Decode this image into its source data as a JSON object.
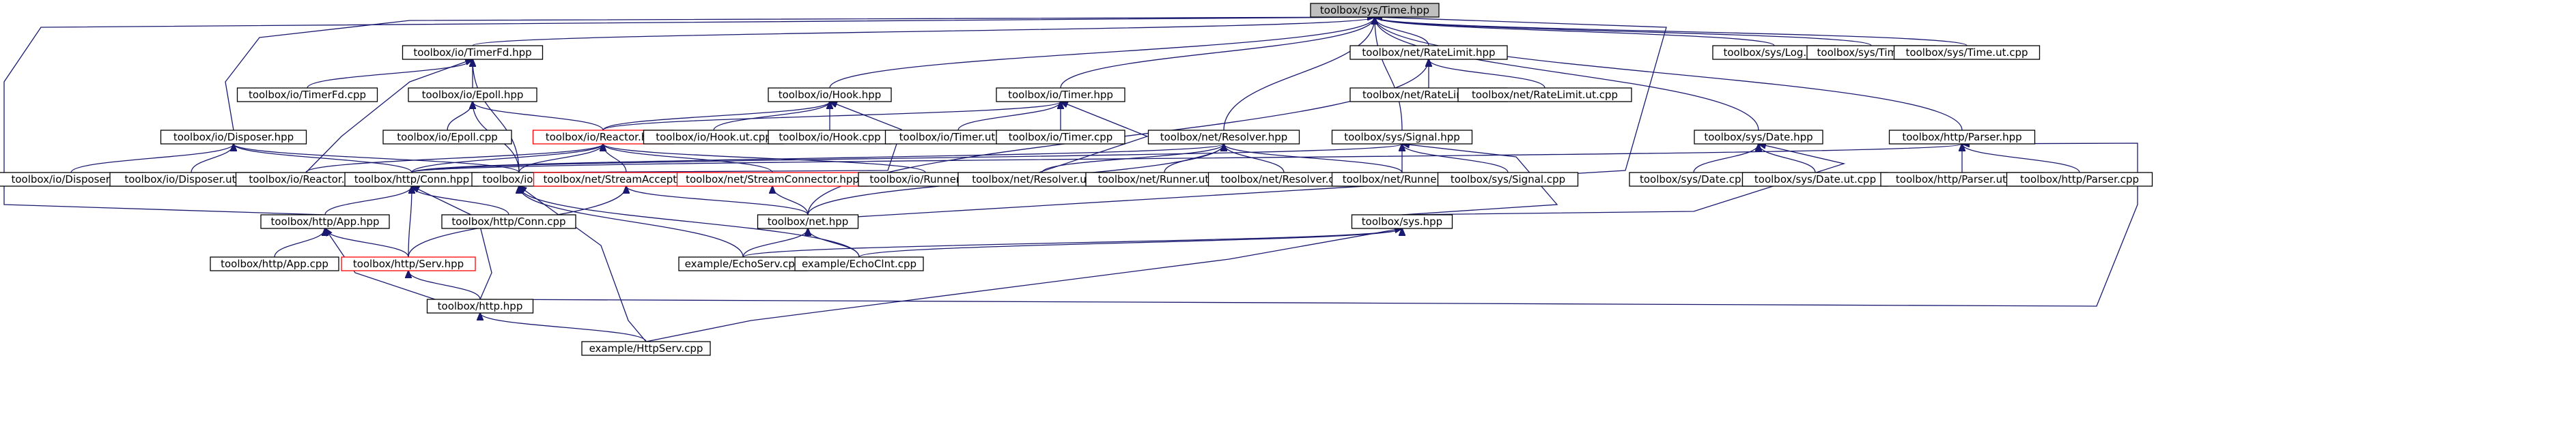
{
  "graph": {
    "nodes": {
      "time_hpp": "toolbox/sys/Time.hpp",
      "timerfd_hpp": "toolbox/io/TimerFd.hpp",
      "ratelimit_hpp": "toolbox/net/RateLimit.hpp",
      "log_cpp": "toolbox/sys/Log.cpp",
      "time_cpp": "toolbox/sys/Time.cpp",
      "time_ut_cpp": "toolbox/sys/Time.ut.cpp",
      "timerfd_cpp": "toolbox/io/TimerFd.cpp",
      "epoll_hpp": "toolbox/io/Epoll.hpp",
      "ratelimit_cpp": "toolbox/net/RateLimit.cpp",
      "ratelimit_ut_cpp": "toolbox/net/RateLimit.ut.cpp",
      "hook_hpp": "toolbox/io/Hook.hpp",
      "timer_hpp": "toolbox/io/Timer.hpp",
      "disposer_hpp": "toolbox/io/Disposer.hpp",
      "epoll_cpp": "toolbox/io/Epoll.cpp",
      "reactor_hpp": "toolbox/io/Reactor.hpp",
      "hook_ut_cpp": "toolbox/io/Hook.ut.cpp",
      "hook_cpp": "toolbox/io/Hook.cpp",
      "timer_ut_cpp": "toolbox/io/Timer.ut.cpp",
      "timer_cpp": "toolbox/io/Timer.cpp",
      "resolver_hpp": "toolbox/net/Resolver.hpp",
      "signal_hpp": "toolbox/sys/Signal.hpp",
      "date_hpp": "toolbox/sys/Date.hpp",
      "parser_hpp": "toolbox/http/Parser.hpp",
      "disposer_cpp": "toolbox/io/Disposer.cpp",
      "disposer_ut_cpp": "toolbox/io/Disposer.ut.cpp",
      "reactor_cpp": "toolbox/io/Reactor.cpp",
      "conn_hpp": "toolbox/http/Conn.hpp",
      "io_hpp": "toolbox/io.hpp",
      "streamacceptor_hpp": "toolbox/net/StreamAcceptor.hpp",
      "streamconnector_hpp": "toolbox/net/StreamConnector.hpp",
      "runner_cpp": "toolbox/io/Runner.cpp",
      "resolver_ut_cpp": "toolbox/net/Resolver.ut.cpp",
      "net_runner_ut_cpp": "toolbox/net/Runner.ut.cpp",
      "resolver_cpp": "toolbox/net/Resolver.cpp",
      "net_runner_cpp": "toolbox/net/Runner.cpp",
      "signal_cpp": "toolbox/sys/Signal.cpp",
      "date_cpp": "toolbox/sys/Date.cpp",
      "date_ut_cpp": "toolbox/sys/Date.ut.cpp",
      "parser_ut_cpp": "toolbox/http/Parser.ut.cpp",
      "parser_cpp": "toolbox/http/Parser.cpp",
      "app_hpp": "toolbox/http/App.hpp",
      "conn_cpp": "toolbox/http/Conn.cpp",
      "net_hpp": "toolbox/net.hpp",
      "sys_hpp": "toolbox/sys.hpp",
      "app_cpp": "toolbox/http/App.cpp",
      "serv_hpp": "toolbox/http/Serv.hpp",
      "echoserv_cpp": "example/EchoServ.cpp",
      "echoclnt_cpp": "example/EchoClnt.cpp",
      "http_hpp": "toolbox/http.hpp",
      "httpserv_cpp": "example/HttpServ.cpp"
    },
    "highlighted_node": "time_hpp",
    "incomplete_nodes": [
      "reactor_hpp",
      "streamacceptor_hpp",
      "streamconnector_hpp",
      "serv_hpp"
    ],
    "edges": [
      [
        "time_hpp",
        "timerfd_hpp"
      ],
      [
        "time_hpp",
        "ratelimit_hpp"
      ],
      [
        "time_hpp",
        "log_cpp"
      ],
      [
        "time_hpp",
        "time_cpp"
      ],
      [
        "time_hpp",
        "time_ut_cpp"
      ],
      [
        "time_hpp",
        "hook_hpp"
      ],
      [
        "time_hpp",
        "timer_hpp"
      ],
      [
        "time_hpp",
        "disposer_hpp"
      ],
      [
        "time_hpp",
        "resolver_hpp"
      ],
      [
        "time_hpp",
        "signal_hpp"
      ],
      [
        "time_hpp",
        "date_hpp"
      ],
      [
        "time_hpp",
        "parser_hpp"
      ],
      [
        "time_hpp",
        "app_hpp"
      ],
      [
        "time_hpp",
        "net_hpp"
      ],
      [
        "timerfd_hpp",
        "timerfd_cpp"
      ],
      [
        "timerfd_hpp",
        "epoll_hpp"
      ],
      [
        "timerfd_hpp",
        "reactor_cpp"
      ],
      [
        "timerfd_hpp",
        "io_hpp"
      ],
      [
        "epoll_hpp",
        "epoll_cpp"
      ],
      [
        "epoll_hpp",
        "reactor_hpp"
      ],
      [
        "epoll_hpp",
        "io_hpp"
      ],
      [
        "ratelimit_hpp",
        "ratelimit_cpp"
      ],
      [
        "ratelimit_hpp",
        "ratelimit_ut_cpp"
      ],
      [
        "ratelimit_hpp",
        "net_hpp"
      ],
      [
        "hook_hpp",
        "hook_ut_cpp"
      ],
      [
        "hook_hpp",
        "hook_cpp"
      ],
      [
        "hook_hpp",
        "reactor_hpp"
      ],
      [
        "hook_hpp",
        "io_hpp"
      ],
      [
        "timer_hpp",
        "timer_ut_cpp"
      ],
      [
        "timer_hpp",
        "timer_cpp"
      ],
      [
        "timer_hpp",
        "reactor_hpp"
      ],
      [
        "timer_hpp",
        "io_hpp"
      ],
      [
        "disposer_hpp",
        "disposer_cpp"
      ],
      [
        "disposer_hpp",
        "disposer_ut_cpp"
      ],
      [
        "disposer_hpp",
        "conn_hpp"
      ],
      [
        "disposer_hpp",
        "io_hpp"
      ],
      [
        "reactor_hpp",
        "reactor_cpp"
      ],
      [
        "reactor_hpp",
        "conn_hpp"
      ],
      [
        "reactor_hpp",
        "io_hpp"
      ],
      [
        "reactor_hpp",
        "streamacceptor_hpp"
      ],
      [
        "reactor_hpp",
        "streamconnector_hpp"
      ],
      [
        "reactor_hpp",
        "runner_cpp"
      ],
      [
        "resolver_hpp",
        "resolver_ut_cpp"
      ],
      [
        "resolver_hpp",
        "net_runner_ut_cpp"
      ],
      [
        "resolver_hpp",
        "resolver_cpp"
      ],
      [
        "resolver_hpp",
        "net_runner_cpp"
      ],
      [
        "resolver_hpp",
        "conn_hpp"
      ],
      [
        "resolver_hpp",
        "net_hpp"
      ],
      [
        "signal_hpp",
        "signal_cpp"
      ],
      [
        "signal_hpp",
        "net_runner_cpp"
      ],
      [
        "signal_hpp",
        "sys_hpp"
      ],
      [
        "signal_hpp",
        "conn_hpp"
      ],
      [
        "date_hpp",
        "date_cpp"
      ],
      [
        "date_hpp",
        "date_ut_cpp"
      ],
      [
        "date_hpp",
        "sys_hpp"
      ],
      [
        "parser_hpp",
        "parser_ut_cpp"
      ],
      [
        "parser_hpp",
        "parser_cpp"
      ],
      [
        "parser_hpp",
        "conn_hpp"
      ],
      [
        "parser_hpp",
        "http_hpp"
      ],
      [
        "conn_hpp",
        "conn_cpp"
      ],
      [
        "conn_hpp",
        "app_hpp"
      ],
      [
        "conn_hpp",
        "serv_hpp"
      ],
      [
        "conn_hpp",
        "http_hpp"
      ],
      [
        "io_hpp",
        "echoserv_cpp"
      ],
      [
        "io_hpp",
        "echoclnt_cpp"
      ],
      [
        "io_hpp",
        "httpserv_cpp"
      ],
      [
        "streamacceptor_hpp",
        "net_hpp"
      ],
      [
        "streamacceptor_hpp",
        "serv_hpp"
      ],
      [
        "streamconnector_hpp",
        "net_hpp"
      ],
      [
        "app_hpp",
        "app_cpp"
      ],
      [
        "app_hpp",
        "serv_hpp"
      ],
      [
        "app_hpp",
        "http_hpp"
      ],
      [
        "serv_hpp",
        "http_hpp"
      ],
      [
        "net_hpp",
        "echoserv_cpp"
      ],
      [
        "net_hpp",
        "echoclnt_cpp"
      ],
      [
        "sys_hpp",
        "echoserv_cpp"
      ],
      [
        "sys_hpp",
        "echoclnt_cpp"
      ],
      [
        "sys_hpp",
        "httpserv_cpp"
      ],
      [
        "http_hpp",
        "httpserv_cpp"
      ]
    ],
    "colors": {
      "edge": "#191970",
      "root_fill": "#bfbfbf",
      "node_fill": "#ffffff",
      "node_border": "#000000",
      "incomplete_border": "#ff0000"
    }
  }
}
